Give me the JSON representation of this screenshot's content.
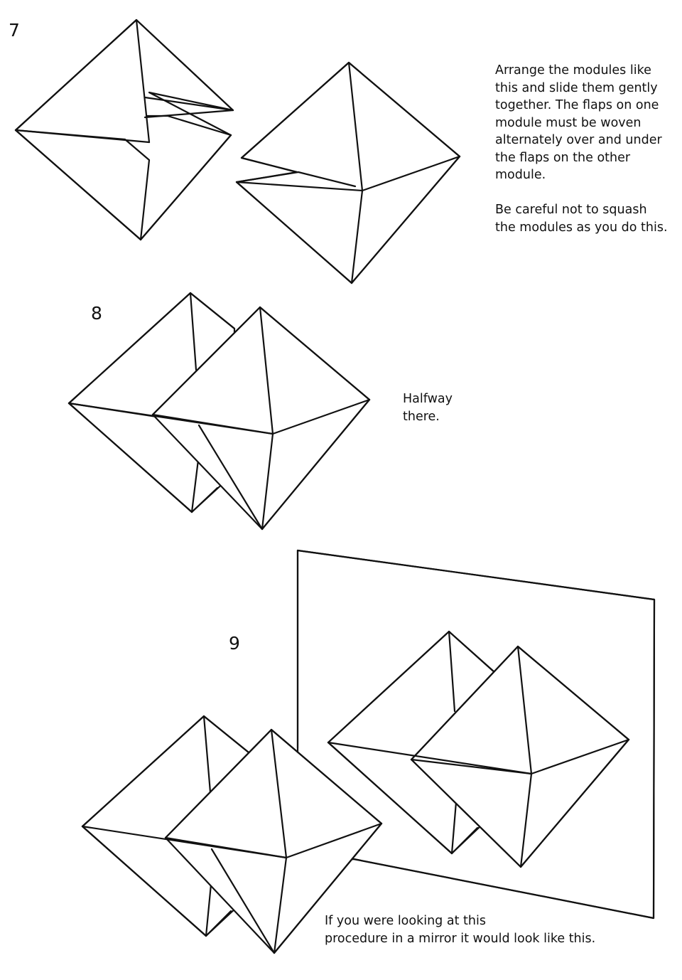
{
  "steps": [
    {
      "number": "7",
      "text": "Arrange the modules like\nthis and slide them gently\ntogether. The flaps on one\nmodule must be woven\nalternately over and under\nthe flaps on the other\nmodule.\n\nBe careful not to squash\nthe modules as you do this."
    },
    {
      "number": "8",
      "text": "Halfway\nthere."
    },
    {
      "number": "9",
      "text": "If you were looking at this\nprocedure in a mirror it would look like this."
    }
  ]
}
